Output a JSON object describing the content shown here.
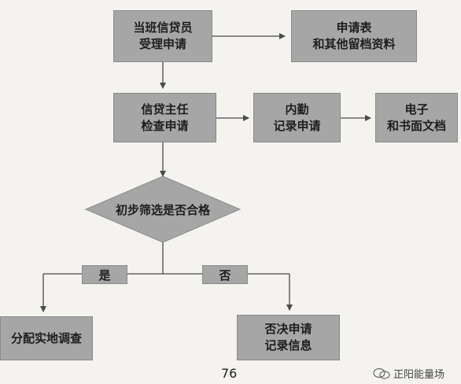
{
  "nodes": {
    "accept": [
      "当班信贷员",
      "受理申请"
    ],
    "archive": [
      "申请表",
      "和其他留档资料"
    ],
    "review": [
      "信贷主任",
      "检查申请"
    ],
    "record": [
      "内勤",
      "记录申请"
    ],
    "docs": [
      "电子",
      "和书面文档"
    ],
    "screen": "初步筛选是否合格",
    "survey": "分配实地调查",
    "reject": [
      "否决申请",
      "记录信息"
    ]
  },
  "branches": {
    "yes": "是",
    "no": "否"
  },
  "page_number": "76",
  "watermark": "正阳能量场",
  "colors": {
    "box": "#a6a6a6",
    "line": "#4a4a4a",
    "background": "#f4f3ef"
  }
}
